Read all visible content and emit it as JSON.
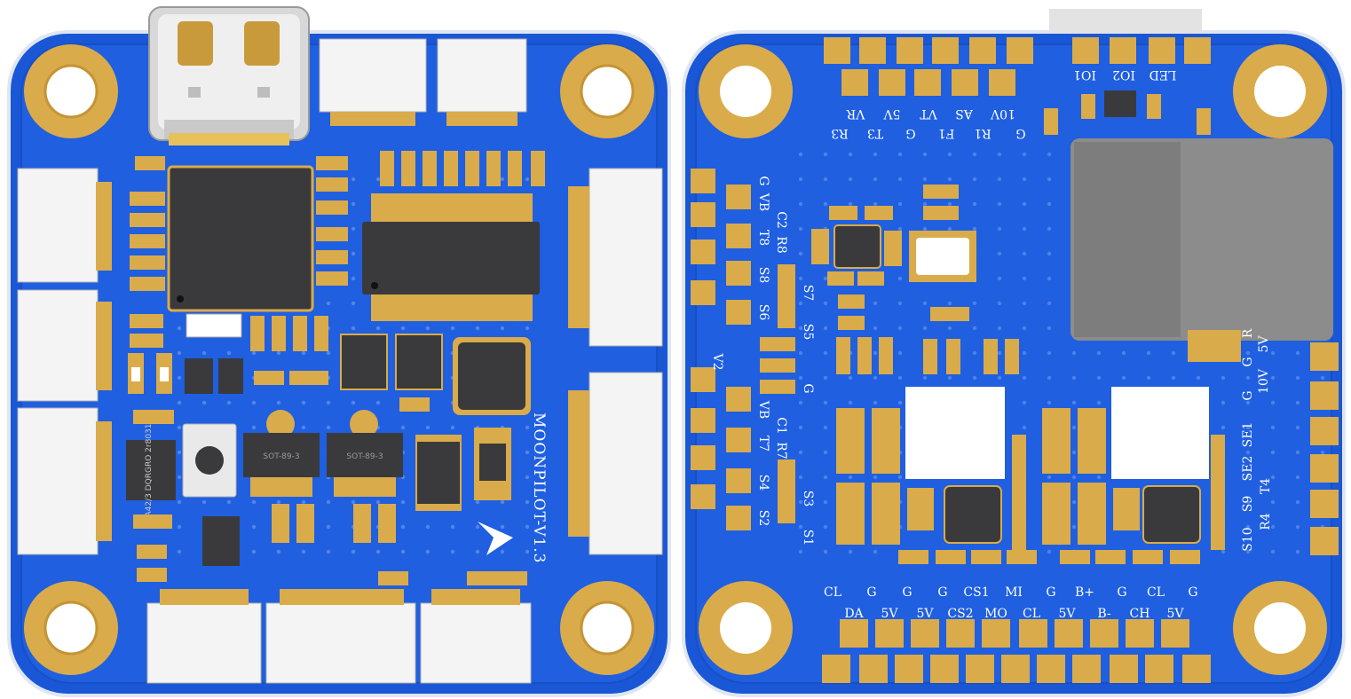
{
  "colors": {
    "board": "#1a57d6",
    "board_dark": "#0f3fa8",
    "board_edge": "#e2e8f2",
    "gold": "#d9ab4a",
    "gold_dark": "#a87e24",
    "chip": "#3a3a3c",
    "silk": "#ffffff",
    "connector": "#f2f2f2",
    "sdcard": "#8a8a8a"
  },
  "front": {
    "title": "MOONPILOT-V1.3",
    "package_labels": [
      "SOT-89-3",
      "SOT-89-3"
    ],
    "chip_mark": "A42/3 DQRGRO 2r8031"
  },
  "back": {
    "top_pads_upper": [
      "",
      "",
      "",
      "",
      "",
      "",
      "",
      "",
      "",
      "",
      ""
    ],
    "top_labels_row1": [
      "R3",
      "VR",
      "T3",
      "5V",
      "G",
      "VT",
      "F1",
      "AS",
      "R1",
      "10V",
      "G"
    ],
    "top_right_labels": [
      "IO1",
      "IO2",
      "LED"
    ],
    "left_labels_outer": [
      "G",
      "VB",
      "T8",
      "S8",
      "S6",
      "V2",
      "G",
      "VB",
      "T7",
      "S4",
      "S2"
    ],
    "left_labels_inner": [
      "C2",
      "R8",
      "S7",
      "S5",
      "C1",
      "R7",
      "S3",
      "S1"
    ],
    "right_labels_outer": [
      "5V",
      "G",
      "10V",
      "G",
      "SE1",
      "SE2",
      "T4",
      "R4"
    ],
    "right_labels_inner": [
      "R",
      "S9",
      "S10"
    ],
    "bottom_labels_row1": [
      "CL",
      "G",
      "G",
      "G",
      "CS1",
      "MI",
      "G",
      "B+",
      "G",
      "CL",
      "G"
    ],
    "bottom_labels_row2": [
      "DA",
      "5V",
      "5V",
      "CS2",
      "MO",
      "CL",
      "5V",
      "B-",
      "CH",
      "5V"
    ]
  }
}
